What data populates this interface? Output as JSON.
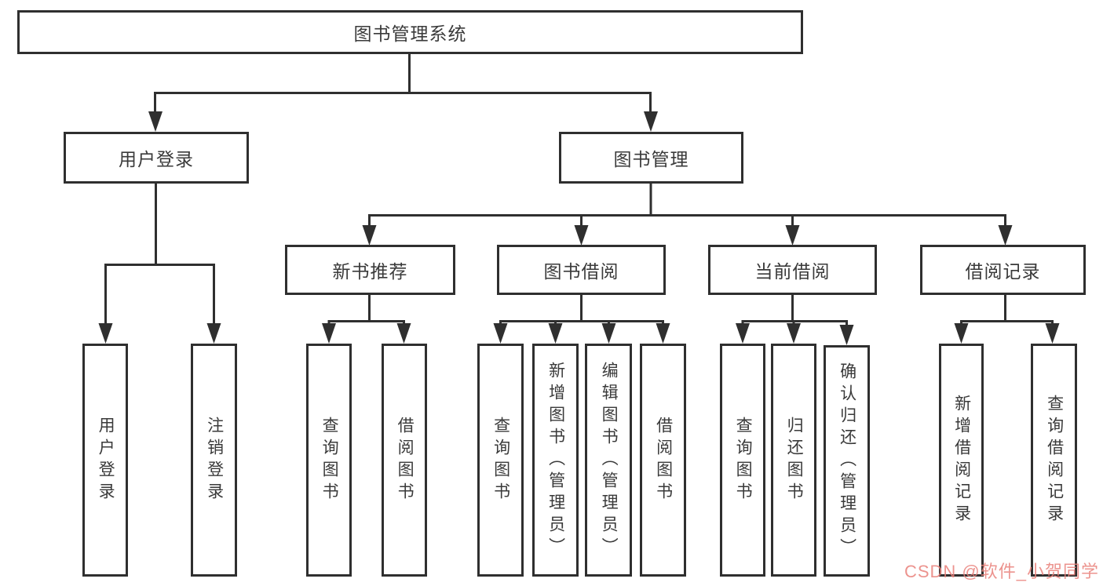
{
  "diagram": {
    "type": "hierarchy-tree",
    "orientation": "top-down"
  },
  "tree": {
    "root": "图书管理系统",
    "children": [
      {
        "label": "用户登录",
        "children": [
          "用户登录",
          "注销登录"
        ]
      },
      {
        "label": "图书管理",
        "children": [
          {
            "label": "新书推荐",
            "children": [
              "查询图书",
              "借阅图书"
            ]
          },
          {
            "label": "图书借阅",
            "children": [
              "查询图书",
              "新增图书（管理员）",
              "编辑图书（管理员）",
              "借阅图书"
            ]
          },
          {
            "label": "当前借阅",
            "children": [
              "查询图书",
              "归还图书",
              "确认归还（管理员）"
            ]
          },
          {
            "label": "借阅记录",
            "children": [
              "新增借阅记录",
              "查询借阅记录"
            ]
          }
        ]
      }
    ]
  },
  "watermark": {
    "text": "CSDN @软件_小贺同学"
  },
  "colors": {
    "line": "#2f2f2f",
    "text": "#3a3a3a",
    "background": "#ffffff",
    "watermark": "#e9807a"
  }
}
